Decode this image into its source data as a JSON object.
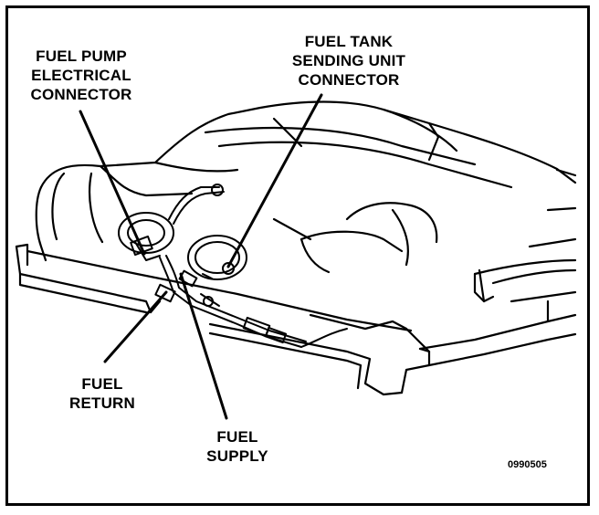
{
  "labels": {
    "fuel_pump_connector": [
      "FUEL PUMP",
      "ELECTRICAL",
      "CONNECTOR"
    ],
    "sending_unit_connector": [
      "FUEL TANK",
      "SENDING UNIT",
      "CONNECTOR"
    ],
    "fuel_return": [
      "FUEL",
      "RETURN"
    ],
    "fuel_supply": [
      "FUEL",
      "SUPPLY"
    ]
  },
  "figure_code": "0990505",
  "colors": {
    "ink": "#000000",
    "paper": "#ffffff"
  }
}
